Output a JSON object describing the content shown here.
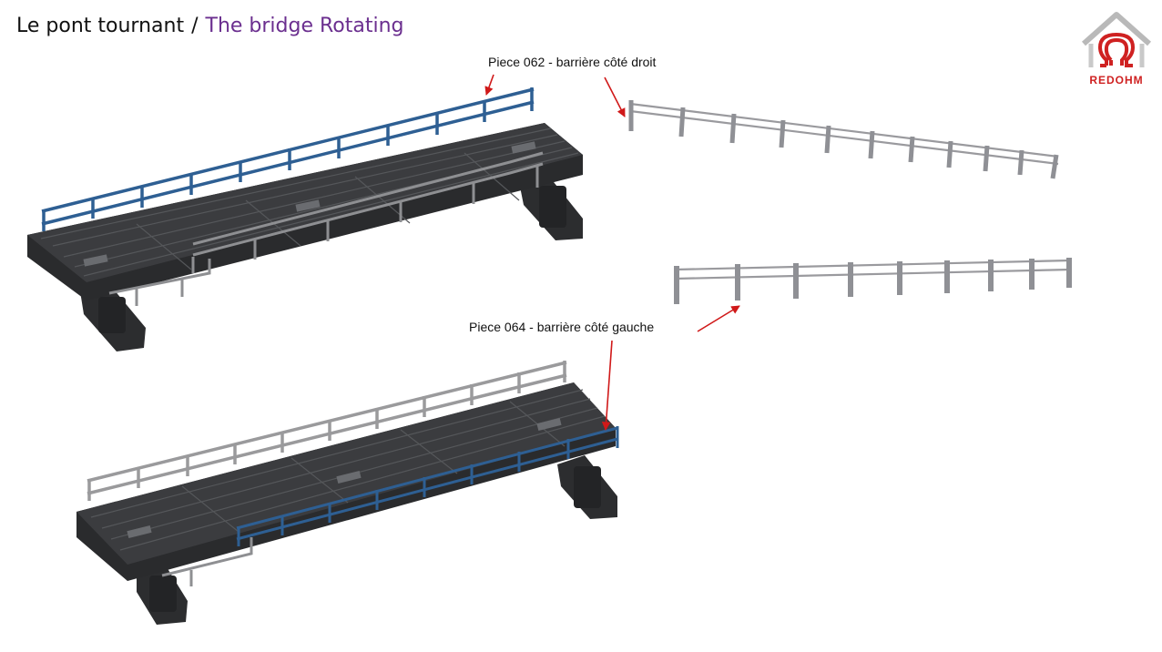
{
  "slide": {
    "title_fr": "Le pont tournant",
    "title_sep": "/",
    "title_en": "The bridge Rotating"
  },
  "labels": {
    "piece_062": "Piece 062 - barrière côté droit",
    "piece_064": "Piece 064 - barrière côté gauche"
  },
  "logo": {
    "text": "REDOHM",
    "icon": "omega-house-logo"
  },
  "colors": {
    "title_en": "#6b2f8f",
    "highlight_barrier": "#2e5f93",
    "arrow": "#d01919",
    "deck": "#3a3b3d",
    "railing": "#9a9a9c"
  }
}
